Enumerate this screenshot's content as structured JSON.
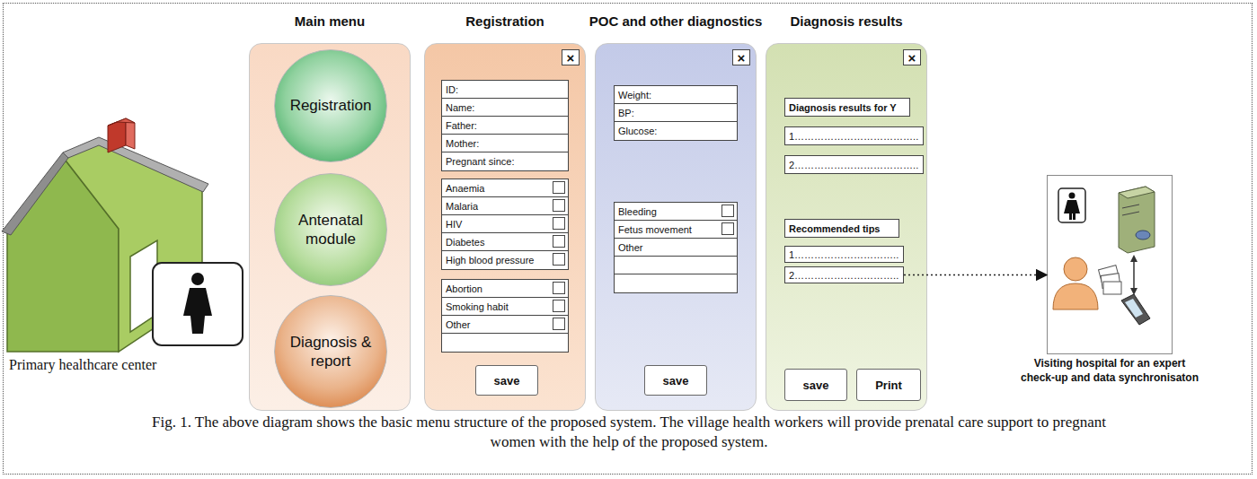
{
  "diagram": {
    "caption": "Fig. 1. The above diagram shows the basic menu structure of the proposed system. The village health workers will provide prenatal care support to pregnant women with the help of the proposed system.",
    "nodes": [
      {
        "text": [
          "Main menu"
        ]
      },
      {
        "text": [
          "Registration"
        ],
        "in": 0
      },
      {
        "text": [
          "Antenatal module"
        ],
        "in": 0
      },
      {
        "text": [
          "Diagnosis & report"
        ],
        "in": 0
      },
      {
        "text": [
          "Registration"
        ]
      },
      {
        "text": [
          "×"
        ],
        "in": 4
      },
      {
        "text": [
          "ID:",
          "Name:",
          "Father:",
          "Mother:",
          "Pregnant since:"
        ],
        "in": 4
      },
      {
        "text": [
          "Anaemia",
          "Malaria",
          "HIV",
          "Diabetes",
          "High blood pressure"
        ],
        "in": 4
      },
      {
        "text": [
          "Abortion",
          "Smoking habit",
          "Other"
        ],
        "in": 4
      },
      {
        "text": [
          "save"
        ],
        "in": 4
      },
      {
        "text": [
          "POC and other diagnostics"
        ]
      },
      {
        "text": [
          "×"
        ],
        "in": 10
      },
      {
        "text": [
          "Weight:",
          "BP:",
          "Glucose:"
        ],
        "in": 10
      },
      {
        "text": [
          "Bleeding",
          "Fetus movement",
          "Other"
        ],
        "in": 10
      },
      {
        "text": [
          "save"
        ],
        "in": 10
      },
      {
        "text": [
          "Diagnosis results"
        ]
      },
      {
        "text": [
          "×"
        ],
        "in": 15
      },
      {
        "text": [
          "Diagnosis results for Y"
        ],
        "in": 15
      },
      {
        "text": [
          "1……………………………….."
        ],
        "in": 15
      },
      {
        "text": [
          "2……………………………….."
        ],
        "in": 15
      },
      {
        "text": [
          "Recommended tips"
        ],
        "in": 15
      },
      {
        "text": [
          "1………………………….."
        ],
        "in": 15
      },
      {
        "text": [
          "2………………………….."
        ],
        "in": 15
      },
      {
        "text": [
          "save"
        ],
        "in": 15
      },
      {
        "text": [
          "Print"
        ],
        "in": 15
      },
      {
        "text": [
          "Visiting hospital for an expert check-up and data synchronisaton"
        ]
      }
    ],
    "edges": [
      {
        "from": 22,
        "to": 25,
        "arrow": "to"
      }
    ],
    "labels": [
      "Primary healthcare center"
    ]
  }
}
